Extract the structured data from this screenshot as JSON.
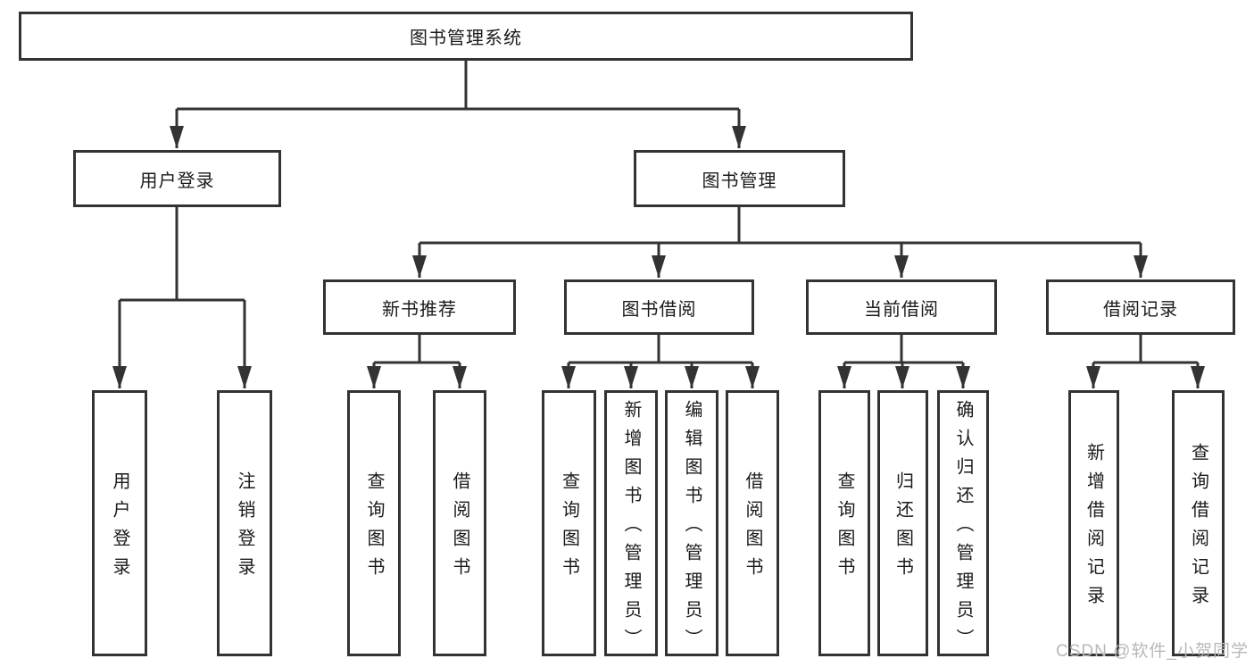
{
  "tree": {
    "root": {
      "label": "图书管理系统"
    },
    "user_login": {
      "label": "用户登录",
      "children": [
        "用户登录",
        "注销登录"
      ]
    },
    "book_mgmt": {
      "label": "图书管理"
    },
    "new_books": {
      "label": "新书推荐",
      "children": [
        "查询图书",
        "借阅图书"
      ]
    },
    "book_borrow": {
      "label": "图书借阅",
      "children": [
        "查询图书",
        "新增图书（管理员）",
        "编辑图书（管理员）",
        "借阅图书"
      ]
    },
    "current_borrow": {
      "label": "当前借阅",
      "children": [
        "查询图书",
        "归还图书",
        "确认归还（管理员）"
      ]
    },
    "borrow_records": {
      "label": "借阅记录",
      "children": [
        "新增借阅记录",
        "查询借阅记录"
      ]
    }
  },
  "watermark": "CSDN @软件_小贺同学",
  "colors": {
    "line": "#333333",
    "box_border": "#333333",
    "text": "#1a1a1a",
    "watermark": "#b8b8b8",
    "background": "#ffffff"
  }
}
